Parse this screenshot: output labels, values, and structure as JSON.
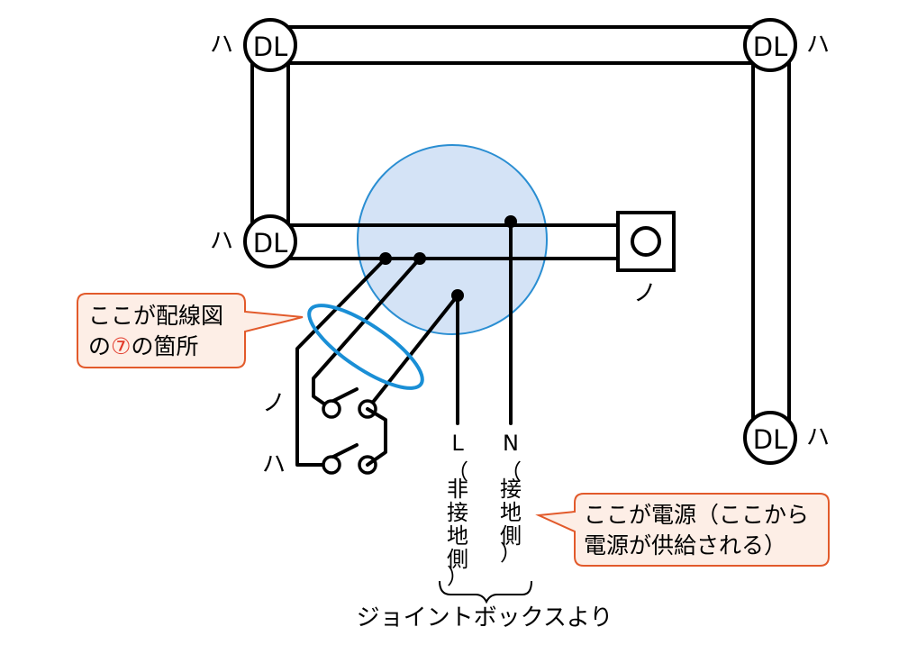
{
  "lamps": {
    "label": "DL",
    "top_left_tag": "ハ",
    "top_right_tag": "ハ",
    "middle_left_tag": "ハ",
    "bottom_right_tag": "ハ"
  },
  "outlet_tag": "ノ",
  "switches": {
    "upper_tag": "ノ",
    "lower_tag": "ハ"
  },
  "callout_wiring": {
    "line1_a": "ここが配線図",
    "line2_a": "の",
    "line2_mark": "⑦",
    "line2_b": "の箇所"
  },
  "callout_power": {
    "line1": "ここが電源（ここから",
    "line2": "電源が供給される）"
  },
  "wire_l": {
    "letter": "L",
    "chars": [
      "（",
      "非",
      "接",
      "地",
      "側",
      "）"
    ]
  },
  "wire_n": {
    "letter": "N",
    "chars": [
      "（",
      "接",
      "地",
      "側",
      "）"
    ]
  },
  "junction_box_caption": "ジョイントボックスより",
  "colors": {
    "junction_fill": "#d4e3f6",
    "junction_stroke": "#2a8ed2",
    "callout_fill": "#fdeee6",
    "callout_stroke": "#e25a2b",
    "mark_color": "#e23a2a",
    "ring_color": "#1a8fd6"
  }
}
